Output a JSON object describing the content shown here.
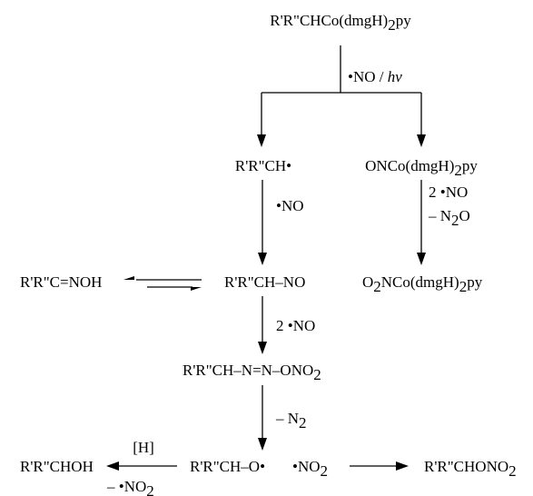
{
  "species": {
    "start": {
      "main": "R'R\"CHCo(dmgH)",
      "sub": "2",
      "tail": "py"
    },
    "alkyl_radical": {
      "main": "R'R\"CH•"
    },
    "nitrosyl_cobalt": {
      "main": "ONCo(dmgH)",
      "sub": "2",
      "tail": "py"
    },
    "oxime": {
      "main": "R'R\"C=NOH"
    },
    "nitroso": {
      "main": "R'R\"CH–NO"
    },
    "nitro_cobalt": {
      "pre": "O",
      "pre_sub": "2",
      "main": "NCo(dmgH)",
      "sub": "2",
      "tail": "py"
    },
    "diazene_nitrate": {
      "main": "R'R\"CH–N=N–ONO",
      "sub": "2"
    },
    "alkoxy_radical": {
      "main": "R'R\"CH–O•"
    },
    "nitrogen_dioxide": {
      "main": "•NO",
      "sub": "2"
    },
    "alcohol": {
      "main": "R'R\"CHOH"
    },
    "nitrate": {
      "main": "R'R\"CHONO",
      "sub": "2"
    }
  },
  "conditions": {
    "photolysis": {
      "reagent": "•NO / ",
      "italic": "hν"
    },
    "add_no": {
      "text": "•NO"
    },
    "two_no_cobalt": {
      "text": "2 •NO"
    },
    "lose_n2o": {
      "main": "– N",
      "sub": "2",
      "tail": "O"
    },
    "two_no": {
      "text": "2 •NO"
    },
    "lose_n2": {
      "main": "– N",
      "sub": "2"
    },
    "reduction": {
      "text": "[H]"
    },
    "lose_no2": {
      "main": "– •NO",
      "sub": "2"
    }
  }
}
